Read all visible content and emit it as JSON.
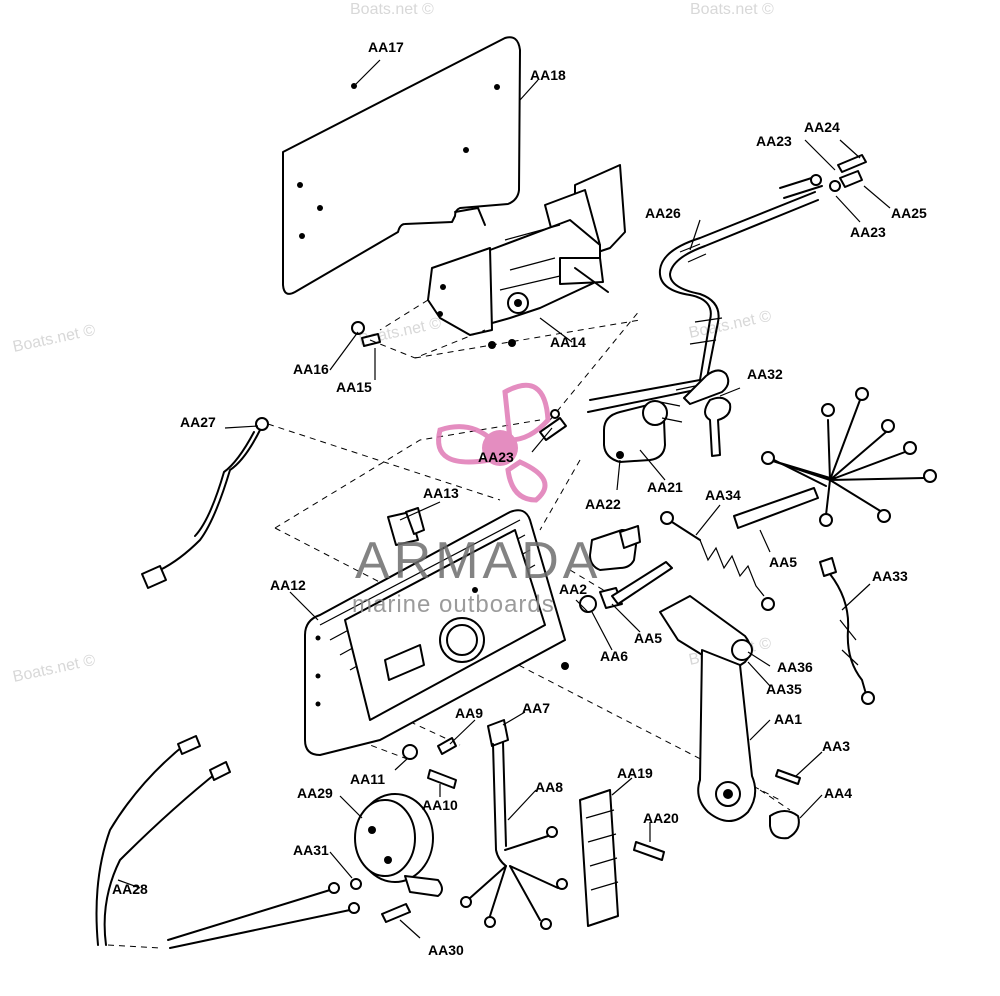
{
  "watermarks": {
    "site": "Boats.net ©",
    "brand": "ARMADA",
    "brand_sub": "marine outboards",
    "brand_color": "#e07ab6"
  },
  "labels": {
    "AA1": "AA1",
    "AA2": "AA2",
    "AA3": "AA3",
    "AA4": "AA4",
    "AA5a": "AA5",
    "AA5b": "AA5",
    "AA6": "AA6",
    "AA7": "AA7",
    "AA8": "AA8",
    "AA9": "AA9",
    "AA10": "AA10",
    "AA11": "AA11",
    "AA12": "AA12",
    "AA13": "AA13",
    "AA14": "AA14",
    "AA15": "AA15",
    "AA16": "AA16",
    "AA17": "AA17",
    "AA18": "AA18",
    "AA19": "AA19",
    "AA20": "AA20",
    "AA21": "AA21",
    "AA22": "AA22",
    "AA23a": "AA23",
    "AA23b": "AA23",
    "AA23c": "AA23",
    "AA24": "AA24",
    "AA25": "AA25",
    "AA26": "AA26",
    "AA27": "AA27",
    "AA28": "AA28",
    "AA29": "AA29",
    "AA30": "AA30",
    "AA31": "AA31",
    "AA32": "AA32",
    "AA33": "AA33",
    "AA34": "AA34",
    "AA35": "AA35",
    "AA36": "AA36"
  }
}
